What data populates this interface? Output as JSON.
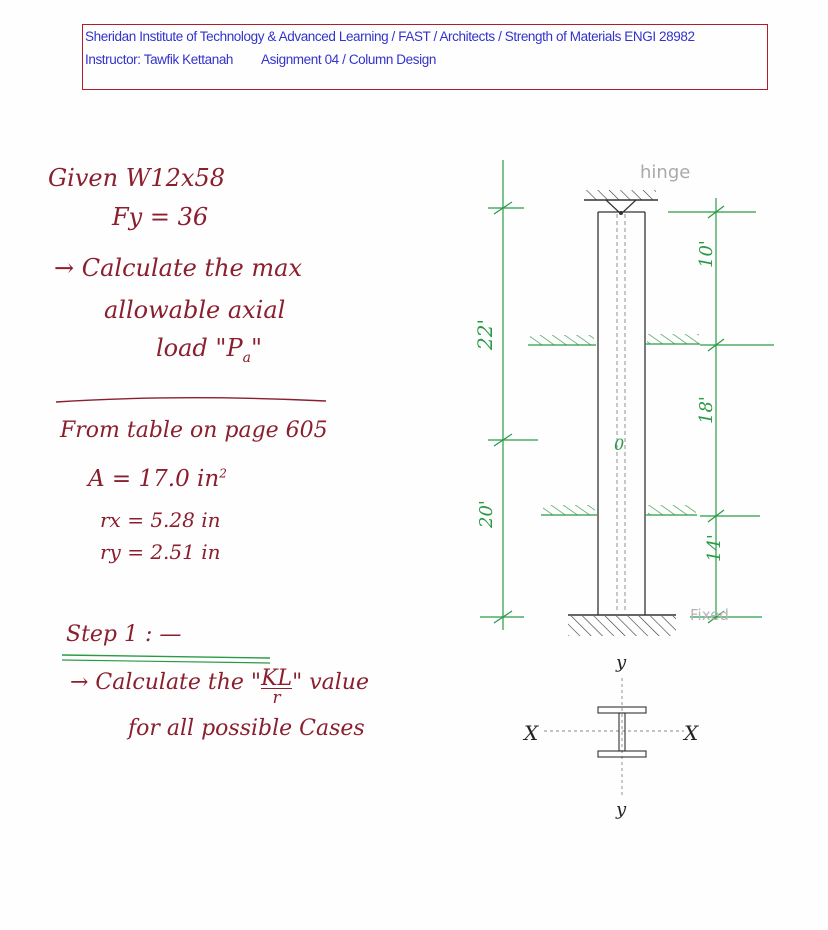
{
  "header": {
    "line1": "Sheridan Institute of Technology & Advanced Learning /  FAST /  Architects  /  Strength of Materials ENGI 28982",
    "instructor": "Instructor: Tawfik Kettanah",
    "assignment": "Asignment 04 /  Column Design"
  },
  "given": {
    "label": "Given",
    "section": "W12x58",
    "fy": "Fy = 36",
    "task_l1": "→ Calculate the max",
    "task_l2": "allowable axial",
    "task_l3": "load \"P",
    "task_sub": "a",
    "task_close": "\""
  },
  "table": {
    "source": "From table on page 605",
    "area": "A = 17.0 in",
    "area_sup": "2",
    "rx": "rx = 5.28 in",
    "ry": "ry = 2.51 in"
  },
  "step": {
    "title": "Step 1 : —",
    "line1_pre": "→ Calculate the \"",
    "kl": "KL",
    "r": "r",
    "line1_post": "\"  value",
    "line2": "for  all  possible  Cases"
  },
  "diagram": {
    "top_support": "hinge",
    "bottom_support": "Fixed",
    "left_dims": [
      "22'",
      "20'"
    ],
    "right_dims": [
      "10'",
      "18'",
      "14'"
    ],
    "mid_label": "0",
    "axis_x": "X",
    "axis_y": "y",
    "colors": {
      "ink": "#8a1f2e",
      "dims": "#2a9a44",
      "header": "#3333cc",
      "box": "#b31b2a"
    }
  }
}
